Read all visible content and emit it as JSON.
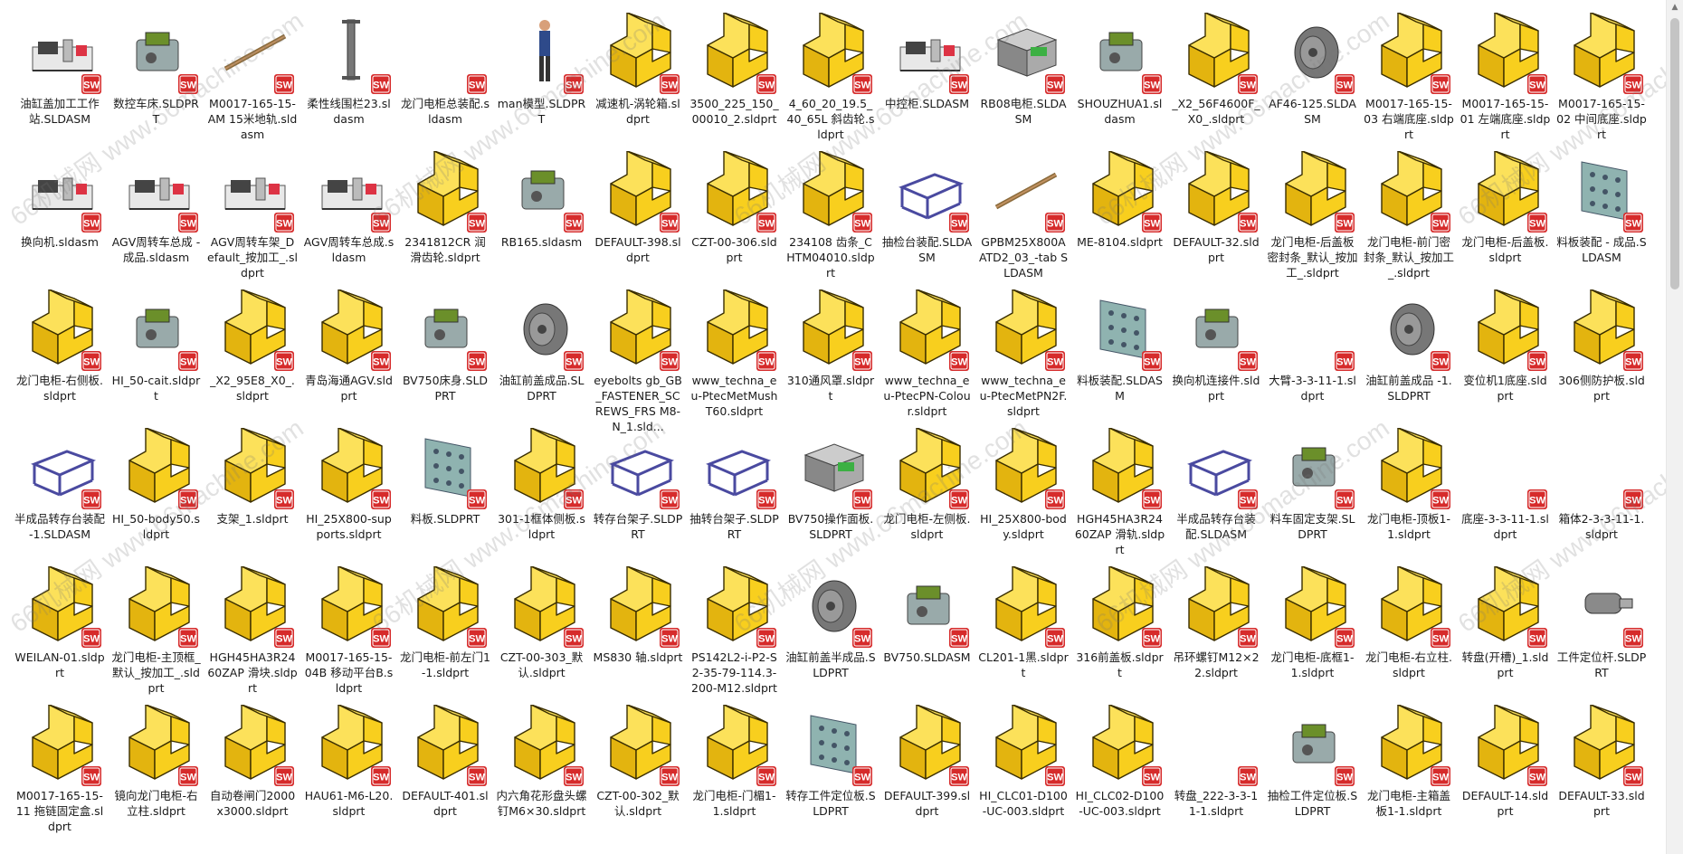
{
  "items": [
    [
      "油缸盖加工工作站.SLDASM",
      "asm"
    ],
    [
      "数控车床.SLDPRT",
      "part"
    ],
    [
      "M0017-165-15-AM 15米地轨.sldasm",
      "rail"
    ],
    [
      "柔性线围栏23.sldasm",
      "bar"
    ],
    [
      "龙门电柜总装配.sldasm",
      "blank"
    ],
    [
      "man模型.SLDPRT",
      "man"
    ],
    [
      "减速机-涡轮箱.sldprt",
      "L"
    ],
    [
      "3500_225_150_00010_2.sldprt",
      "L"
    ],
    [
      "4_60_20_19.5_40_65L 斜齿轮.sldprt",
      "L"
    ],
    [
      "中控柜.SLDASM",
      "asm"
    ],
    [
      "RB08电柜.SLDASM",
      "box"
    ],
    [
      "SHOUZHUA1.sldasm",
      "part"
    ],
    [
      "_X2_56F4600F_X0_.sldprt",
      "L"
    ],
    [
      "AF46-125.SLDASM",
      "disc"
    ],
    [
      "M0017-165-15-03 右端底座.sldprt",
      "L"
    ],
    [
      "M0017-165-15-01 左端底座.sldprt",
      "L"
    ],
    [
      "M0017-165-15-02 中间底座.sldprt",
      "L"
    ],
    [
      "换向机.sldasm",
      "asm"
    ],
    [
      "AGV周转车总成 - 成品.sldasm",
      "asm"
    ],
    [
      "AGV周转车架_Default_按加工_.sldprt",
      "asm"
    ],
    [
      "AGV周转车总成.sldasm",
      "asm"
    ],
    [
      "2341812CR 润滑齿轮.sldprt",
      "L"
    ],
    [
      "RB165.sldasm",
      "part"
    ],
    [
      "DEFAULT-398.sldprt",
      "L"
    ],
    [
      "CZT-00-306.sldprt",
      "L"
    ],
    [
      "234108 齿条_CHTM04010.sldprt",
      "L"
    ],
    [
      "抽检台装配.SLDASM",
      "frame"
    ],
    [
      "GPBM25X800AATD2_03_-tab SLDASM",
      "rail"
    ],
    [
      "ME-8104.sldprt",
      "L"
    ],
    [
      "DEFAULT-32.sldprt",
      "L"
    ],
    [
      "龙门电柜-后盖板密封条_默认_按加工_.sldprt",
      "L"
    ],
    [
      "龙门电柜-前门密封条_默认_按加工_.sldprt",
      "L"
    ],
    [
      "龙门电柜-后盖板.sldprt",
      "L"
    ],
    [
      "料板装配 - 成品.SLDASM",
      "plate"
    ],
    [
      "龙门电柜-右侧板.sldprt",
      "L"
    ],
    [
      "HI_50-cait.sldprt",
      "part"
    ],
    [
      "_X2_95E8_X0_.sldprt",
      "L"
    ],
    [
      "青岛海通AGV.sldprt",
      "L"
    ],
    [
      "BV750床身.SLDPRT",
      "part"
    ],
    [
      "油缸前盖成品.SLDPRT",
      "disc"
    ],
    [
      "eyebolts gb_GB_FASTENER_SCREWS_FRS M8-N_1.sld...",
      "L"
    ],
    [
      "www_techna_eu-PtecMetMushT60.sldprt",
      "L"
    ],
    [
      "310通风罩.sldprt",
      "L"
    ],
    [
      "www_techna_eu-PtecPN-Colour.sldprt",
      "L"
    ],
    [
      "www_techna_eu-PtecMetPN2F.sldprt",
      "L"
    ],
    [
      "料板装配.SLDASM",
      "plate"
    ],
    [
      "换向机连接件.sldprt",
      "part"
    ],
    [
      "大臂-3-3-11-1.sldprt",
      "blank"
    ],
    [
      "油缸前盖成品 -1.SLDPRT",
      "disc"
    ],
    [
      "变位机1底座.sldprt",
      "L"
    ],
    [
      "306侧防护板.sldprt",
      "L"
    ],
    [
      "半成品转存台装配 -1.SLDASM",
      "frame"
    ],
    [
      "HI_50-body50.sldprt",
      "L"
    ],
    [
      "支架_1.sldprt",
      "L"
    ],
    [
      "HI_25X800-supports.sldprt",
      "L"
    ],
    [
      "料板.SLDPRT",
      "plate"
    ],
    [
      "301-1框体侧板.sldprt",
      "L"
    ],
    [
      "转存台架子.SLDPRT",
      "frame"
    ],
    [
      "抽转台架子.SLDPRT",
      "frame"
    ],
    [
      "BV750操作面板.SLDPRT",
      "box"
    ],
    [
      "龙门电柜-左侧板.sldprt",
      "L"
    ],
    [
      "HI_25X800-body.sldprt",
      "L"
    ],
    [
      "HGH45HA3R2460ZAP 滑轨.sldprt",
      "L"
    ],
    [
      "半成品转存台装配.SLDASM",
      "frame"
    ],
    [
      "料车固定支架.SLDPRT",
      "part"
    ],
    [
      "龙门电柜-顶板1-1.sldprt",
      "L"
    ],
    [
      "底座-3-3-11-1.sldprt",
      "blank"
    ],
    [
      "箱体2-3-3-11-1.sldprt",
      "blank"
    ],
    [
      "WEILAN-01.sldprt",
      "L"
    ],
    [
      "龙门电柜-主顶框_默认_按加工_.sldprt",
      "L"
    ],
    [
      "HGH45HA3R2460ZAP 滑块.sldprt",
      "L"
    ],
    [
      "M0017-165-15-04B 移动平台B.sldprt",
      "L"
    ],
    [
      "龙门电柜-前左门1-1.sldprt",
      "L"
    ],
    [
      "CZT-00-303_默认.sldprt",
      "L"
    ],
    [
      "MS830 轴.sldprt",
      "L"
    ],
    [
      "PS142L2-i-P2-S2-35-79-114.3-200-M12.sldprt",
      "L"
    ],
    [
      "油缸前盖半成品.SLDPRT",
      "disc"
    ],
    [
      "BV750.SLDASM",
      "part"
    ],
    [
      "CL201-1黑.sldprt",
      "L"
    ],
    [
      "316前盖板.sldprt",
      "L"
    ],
    [
      "吊环螺钉M12×22.sldprt",
      "L"
    ],
    [
      "龙门电柜-底框1-1.sldprt",
      "L"
    ],
    [
      "龙门电柜-右立柱.sldprt",
      "L"
    ],
    [
      "转盘(开槽)_1.sldprt",
      "L"
    ],
    [
      "工件定位杆.SLDPRT",
      "cyl"
    ],
    [
      "M0017-165-15-11 拖链固定盒.sldprt",
      "L"
    ],
    [
      "镜向龙门电柜-右立柱.sldprt",
      "L"
    ],
    [
      "自动卷闸门2000x3000.sldprt",
      "L"
    ],
    [
      "HAU61-M6-L20.sldprt",
      "L"
    ],
    [
      "DEFAULT-401.sldprt",
      "L"
    ],
    [
      "内六角花形盘头螺钉M6×30.sldprt",
      "L"
    ],
    [
      "CZT-00-302_默认.sldprt",
      "L"
    ],
    [
      "龙门电柜-门楣1-1.sldprt",
      "L"
    ],
    [
      "转存工件定位板.SLDPRT",
      "plate"
    ],
    [
      "DEFAULT-399.sldprt",
      "L"
    ],
    [
      "HI_CLC01-D100-UC-003.sldprt",
      "L"
    ],
    [
      "HI_CLC02-D100-UC-003.sldprt",
      "L"
    ],
    [
      "转盘_222-3-3-11-1.sldprt",
      "blank"
    ],
    [
      "抽检工件定位板.SLDPRT",
      "part"
    ],
    [
      "龙门电柜-主箱盖板1-1.sldprt",
      "L"
    ],
    [
      "DEFAULT-14.sldprt",
      "L"
    ],
    [
      "DEFAULT-33.sldprt",
      "L"
    ]
  ],
  "badge_text": "SW",
  "watermark_text": "66机械网 www.66machine.com",
  "colors": {
    "part_yellow": "#F8CF1E",
    "part_side": "#E3B40F",
    "part_top": "#FCE15A",
    "badge_red": "#D62B2B"
  }
}
